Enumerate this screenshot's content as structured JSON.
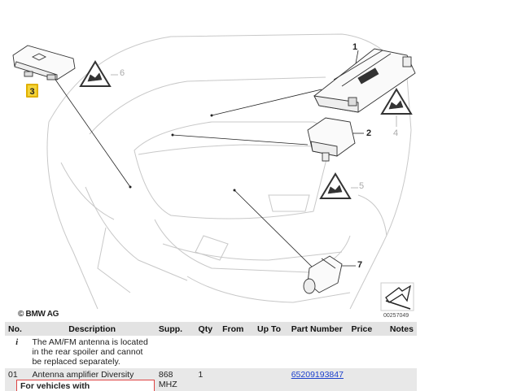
{
  "diagram": {
    "copyright": "© BMW AG",
    "image_number": "00257049",
    "callouts": [
      "1",
      "2",
      "3",
      "4",
      "5",
      "6",
      "7"
    ]
  },
  "table": {
    "headers": [
      "No.",
      "Description",
      "Supp.",
      "Qty",
      "From",
      "Up To",
      "Part Number",
      "Price",
      "Notes"
    ],
    "rows": [
      {
        "no": "i",
        "description": "The AM/FM antenna is located in the rear spoiler and cannot be replaced separately.",
        "supp": "",
        "qty": "",
        "from": "",
        "upto": "",
        "part_number": "",
        "price": "",
        "notes": ""
      },
      {
        "no": "01",
        "description": "Antenna amplifier Diversity",
        "supp": "868 MHZ",
        "qty": "1",
        "from": "",
        "upto": "",
        "part_number": "65209193847",
        "price": "",
        "notes": ""
      }
    ],
    "sub_note": "For vehicles with"
  }
}
